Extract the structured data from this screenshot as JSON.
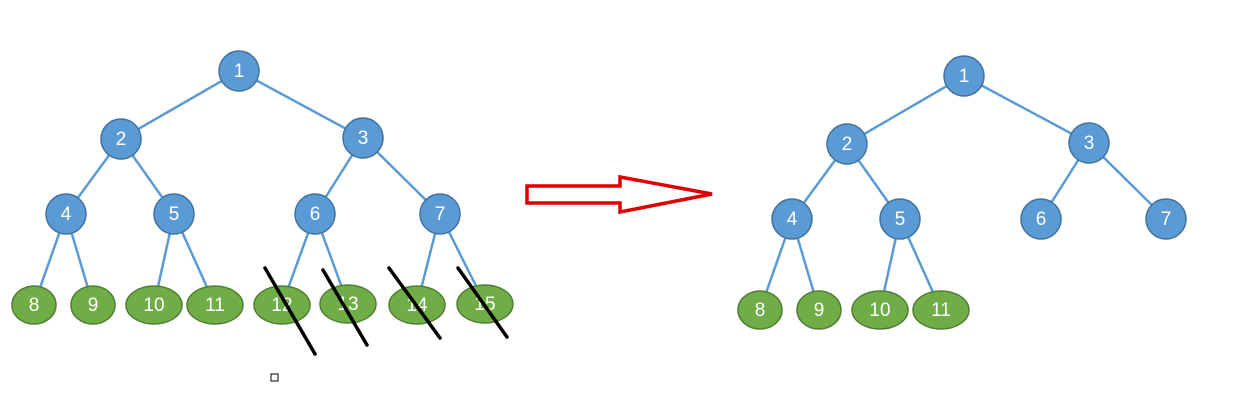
{
  "colors": {
    "internal_fill": "#5b9bd5",
    "internal_stroke": "#41719c",
    "leaf_fill": "#70ad47",
    "leaf_stroke": "#507e32",
    "edge": "#5b9bd5",
    "arrow": "#e00000",
    "strike": "#000000",
    "label": "#ffffff"
  },
  "before_tree": {
    "nodes": [
      {
        "id": "1",
        "label": "1",
        "type": "internal"
      },
      {
        "id": "2",
        "label": "2",
        "type": "internal"
      },
      {
        "id": "3",
        "label": "3",
        "type": "internal"
      },
      {
        "id": "4",
        "label": "4",
        "type": "internal"
      },
      {
        "id": "5",
        "label": "5",
        "type": "internal"
      },
      {
        "id": "6",
        "label": "6",
        "type": "internal"
      },
      {
        "id": "7",
        "label": "7",
        "type": "internal"
      },
      {
        "id": "8",
        "label": "8",
        "type": "leaf"
      },
      {
        "id": "9",
        "label": "9",
        "type": "leaf"
      },
      {
        "id": "10",
        "label": "10",
        "type": "leaf"
      },
      {
        "id": "11",
        "label": "11",
        "type": "leaf"
      },
      {
        "id": "12",
        "label": "12",
        "type": "leaf",
        "crossed_out": true
      },
      {
        "id": "13",
        "label": "13",
        "type": "leaf",
        "crossed_out": true
      },
      {
        "id": "14",
        "label": "14",
        "type": "leaf",
        "crossed_out": true
      },
      {
        "id": "15",
        "label": "15",
        "type": "leaf",
        "crossed_out": true
      }
    ],
    "edges": [
      [
        "1",
        "2"
      ],
      [
        "1",
        "3"
      ],
      [
        "2",
        "4"
      ],
      [
        "2",
        "5"
      ],
      [
        "3",
        "6"
      ],
      [
        "3",
        "7"
      ],
      [
        "4",
        "8"
      ],
      [
        "4",
        "9"
      ],
      [
        "5",
        "10"
      ],
      [
        "5",
        "11"
      ],
      [
        "6",
        "12"
      ],
      [
        "6",
        "13"
      ],
      [
        "7",
        "14"
      ],
      [
        "7",
        "15"
      ]
    ]
  },
  "after_tree": {
    "nodes": [
      {
        "id": "1",
        "label": "1",
        "type": "internal"
      },
      {
        "id": "2",
        "label": "2",
        "type": "internal"
      },
      {
        "id": "3",
        "label": "3",
        "type": "internal"
      },
      {
        "id": "4",
        "label": "4",
        "type": "internal"
      },
      {
        "id": "5",
        "label": "5",
        "type": "internal"
      },
      {
        "id": "6",
        "label": "6",
        "type": "internal"
      },
      {
        "id": "7",
        "label": "7",
        "type": "internal"
      },
      {
        "id": "8",
        "label": "8",
        "type": "leaf"
      },
      {
        "id": "9",
        "label": "9",
        "type": "leaf"
      },
      {
        "id": "10",
        "label": "10",
        "type": "leaf"
      },
      {
        "id": "11",
        "label": "11",
        "type": "leaf"
      }
    ],
    "edges": [
      [
        "1",
        "2"
      ],
      [
        "1",
        "3"
      ],
      [
        "2",
        "4"
      ],
      [
        "2",
        "5"
      ],
      [
        "3",
        "6"
      ],
      [
        "3",
        "7"
      ],
      [
        "4",
        "8"
      ],
      [
        "4",
        "9"
      ],
      [
        "5",
        "10"
      ],
      [
        "5",
        "11"
      ]
    ]
  },
  "arrow": {
    "direction": "right",
    "icon": "right-arrow-icon"
  }
}
